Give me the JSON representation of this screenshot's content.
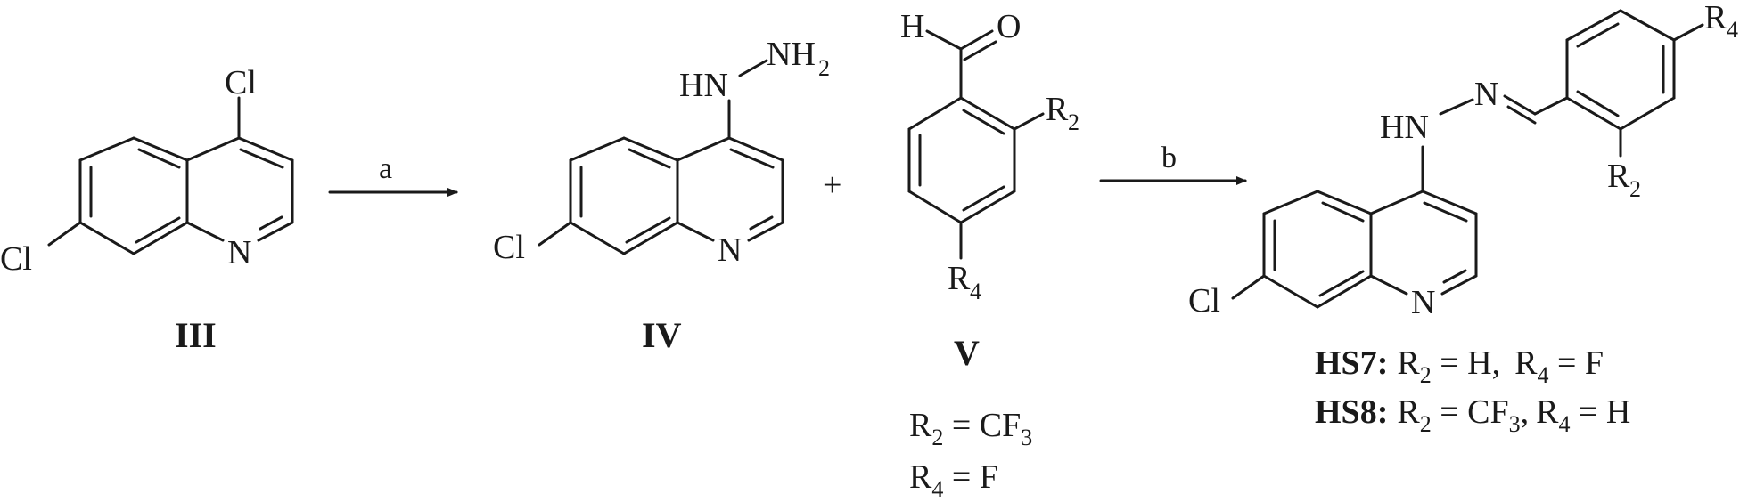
{
  "compounds": {
    "III": {
      "label": "III",
      "atoms": {
        "cl4": "Cl",
        "cl7": "Cl",
        "n": "N"
      }
    },
    "IV": {
      "label": "IV",
      "atoms": {
        "hn": "HN",
        "nh": "NH",
        "nh_sub": "2",
        "cl7": "Cl",
        "n": "N"
      }
    },
    "V": {
      "label": "V",
      "atoms": {
        "h": "H",
        "o": "O",
        "r2": "R",
        "r2_sub": "2",
        "r4": "R",
        "r4_sub": "4"
      },
      "substituents": [
        {
          "r": "R",
          "r_sub": "2",
          "eq": " = CF",
          "eq_sub": "3"
        },
        {
          "r": "R",
          "r_sub": "4",
          "eq": " = F"
        }
      ]
    },
    "product": {
      "atoms": {
        "hn": "HN",
        "n": "N",
        "r4": "R",
        "r4_sub": "4",
        "r2": "R",
        "r2_sub": "2",
        "cl7": "Cl",
        "nq": "N"
      },
      "variants": [
        {
          "name": "HS7:",
          "r2": "R",
          "r2_sub": "2",
          "r2_val": " = H,",
          "r4": "R",
          "r4_sub": "4",
          "r4_val": " = F"
        },
        {
          "name": "HS8:",
          "r2": "R",
          "r2_sub": "2",
          "r2_val": " = CF",
          "r2_val_sub": "3",
          "r2_val_tail": ",",
          "r4": "R",
          "r4_sub": "4",
          "r4_val": " = H"
        }
      ]
    }
  },
  "steps": [
    {
      "label": "a"
    },
    {
      "label": "b"
    }
  ],
  "plus": "+"
}
